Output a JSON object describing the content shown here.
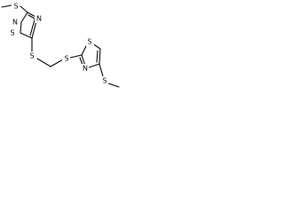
{
  "molecule": {
    "atoms": [
      {
        "id": "S_me1",
        "symbol": "S"
      },
      {
        "id": "N_top1",
        "symbol": "N"
      },
      {
        "id": "N_top2",
        "symbol": "N"
      },
      {
        "id": "S_ring1",
        "symbol": "S"
      },
      {
        "id": "S_link1",
        "symbol": "S"
      },
      {
        "id": "S_link2",
        "symbol": "S"
      },
      {
        "id": "S_ring2",
        "symbol": "S"
      },
      {
        "id": "N_bot1",
        "symbol": "N"
      },
      {
        "id": "S_me2",
        "symbol": "S"
      }
    ]
  }
}
